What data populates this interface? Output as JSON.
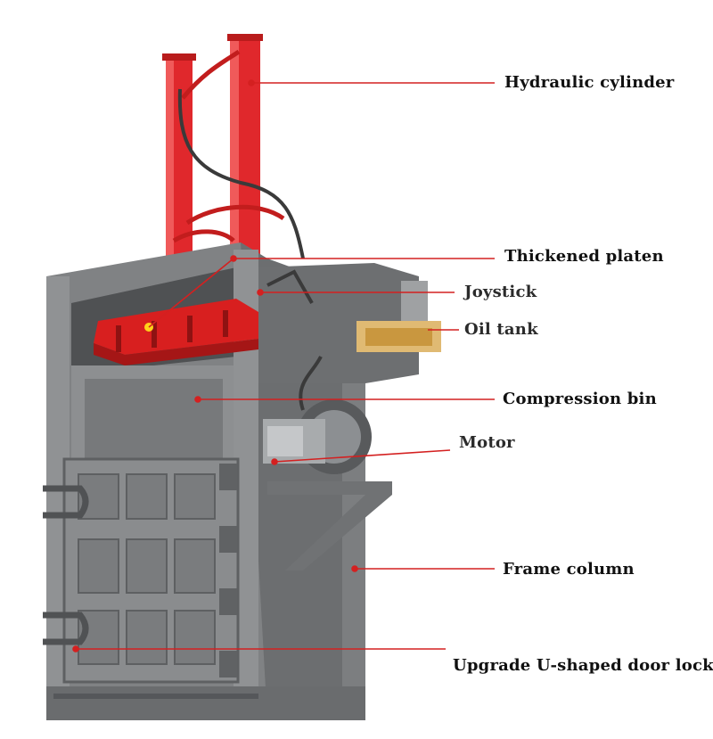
{
  "diagram": {
    "labels": [
      {
        "id": "hydraulic-cylinder",
        "text": "Hydraulic cylinder"
      },
      {
        "id": "thickened-platen",
        "text": "Thickened platen"
      },
      {
        "id": "joystick",
        "text": "Joystick"
      },
      {
        "id": "oil-tank",
        "text": "Oil tank"
      },
      {
        "id": "compression-bin",
        "text": "Compression bin"
      },
      {
        "id": "motor",
        "text": "Motor"
      },
      {
        "id": "frame-column",
        "text": "Frame column"
      },
      {
        "id": "door-lock",
        "text": "Upgrade U-shaped door lock"
      }
    ]
  },
  "colors": {
    "leader_line": "#d42020",
    "cylinder": "#e0282c",
    "platen": "#d81f1f",
    "frame": "#7a7c7e",
    "frame_dark": "#5c5e60",
    "motor": "#8c8f92"
  },
  "illustration": "vertical hydraulic baler machine"
}
